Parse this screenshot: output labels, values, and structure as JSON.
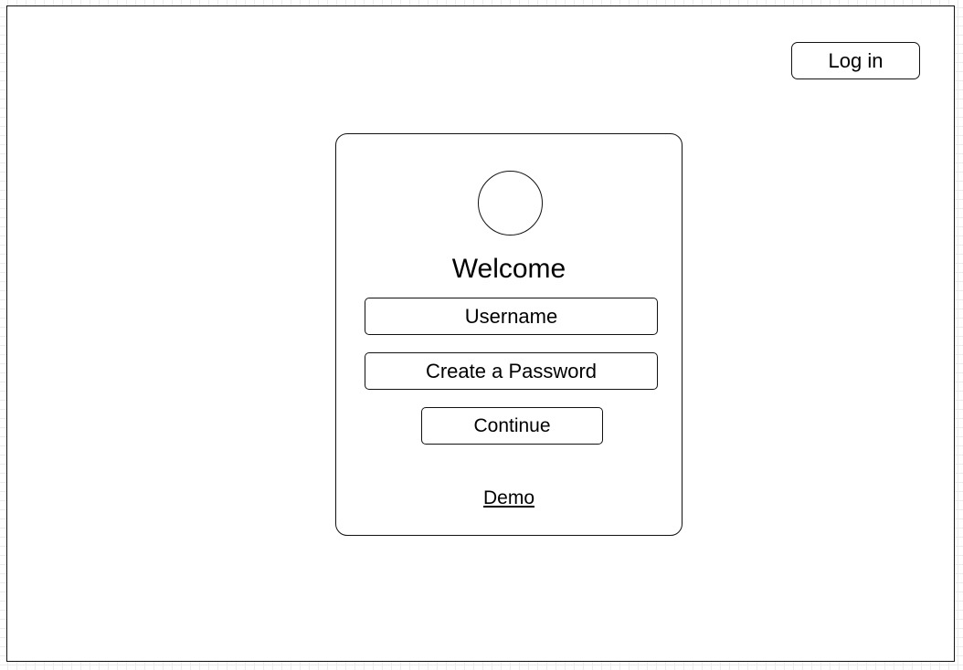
{
  "header": {
    "login_label": "Log in"
  },
  "card": {
    "title": "Welcome",
    "avatar_icon": "avatar-circle",
    "username_field": "Username",
    "password_field": "Create a Password",
    "continue_label": "Continue",
    "demo_label": "Demo"
  },
  "colors": {
    "stroke": "#111111",
    "background": "#ffffff",
    "grid": "#ececec"
  }
}
